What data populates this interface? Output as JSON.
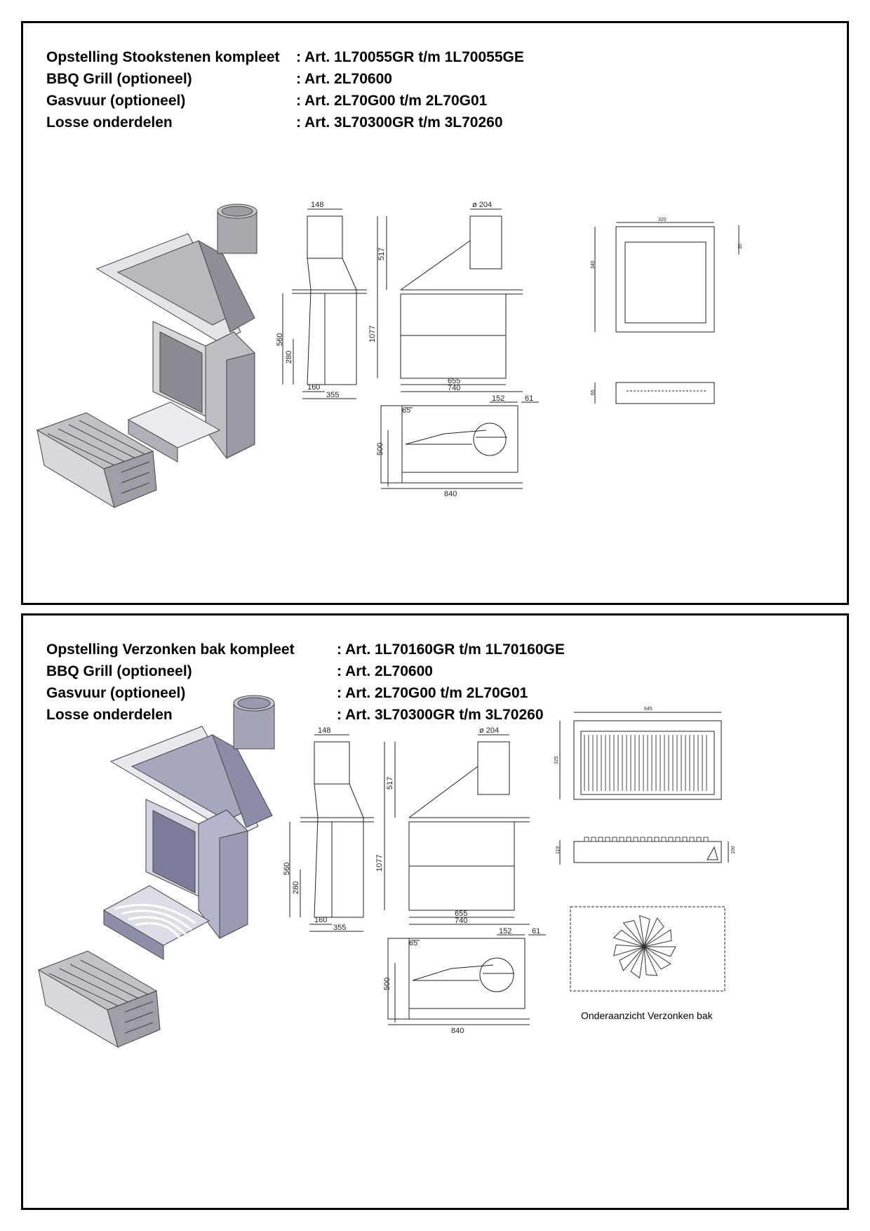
{
  "panel1": {
    "specs": [
      {
        "label": "Opstelling Stookstenen kompleet",
        "value": ": Art. 1L70055GR t/m 1L70055GE"
      },
      {
        "label": "BBQ Grill (optioneel)",
        "value": ": Art. 2L70600"
      },
      {
        "label": "Gasvuur (optioneel)",
        "value": ": Art. 2L70G00 t/m 2L70G01"
      },
      {
        "label": "Losse onderdelen",
        "value": ": Art. 3L70300GR t/m 3L70260"
      }
    ],
    "dims": {
      "side_top": "148",
      "side_h": "560",
      "side_low": "280",
      "side_b1": "160",
      "side_b2": "355",
      "front_dia": "ø 204",
      "front_h_upper": "517",
      "front_h_total": "1077",
      "front_w_inner": "655",
      "front_w_total": "740",
      "top_d1": "65",
      "top_d2": "152",
      "top_d3": "61",
      "top_depth": "500",
      "top_w": "840",
      "tray_w": "320",
      "tray_h": "340",
      "tray_edge": "30",
      "tray_side_h": "65"
    }
  },
  "panel2": {
    "specs": [
      {
        "label": "Opstelling Verzonken bak kompleet",
        "value": ": Art. 1L70160GR t/m 1L70160GE"
      },
      {
        "label": "BBQ Grill (optioneel)",
        "value": ": Art. 2L70600"
      },
      {
        "label": "Gasvuur (optioneel)",
        "value": ": Art. 2L70G00 t/m 2L70G01"
      },
      {
        "label": "Losse onderdelen",
        "value": ": Art. 3L70300GR t/m 3L70260"
      }
    ],
    "dims": {
      "side_top": "148",
      "side_h": "560",
      "side_low": "280",
      "side_b1": "160",
      "side_b2": "355",
      "front_dia": "ø 204",
      "front_h_upper": "517",
      "front_h_total": "1077",
      "front_w_inner": "655",
      "front_w_total": "740",
      "top_d1": "65",
      "top_d2": "152",
      "top_d3": "61",
      "top_depth": "500",
      "top_w": "840",
      "grate_w": "645",
      "grate_h": "325",
      "grate_side_h": "119",
      "grate_side_h2": "100"
    },
    "caption": "Onderaanzicht Verzonken bak"
  }
}
